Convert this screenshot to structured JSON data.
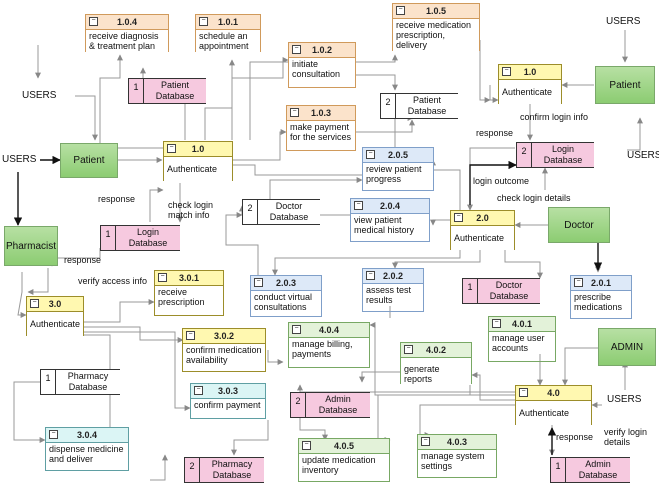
{
  "processes": [
    {
      "id": "p104",
      "num": "1.0.4",
      "text": [
        "receive diagnosis",
        "& treatment plan"
      ]
    },
    {
      "id": "p101",
      "num": "1.0.1",
      "text": [
        "schedule an",
        "appointment"
      ]
    },
    {
      "id": "p105",
      "num": "1.0.5",
      "text": [
        "receive medication",
        "prescription, delivery"
      ]
    },
    {
      "id": "p102",
      "num": "1.0.2",
      "text": [
        "initiate",
        "consultation"
      ]
    },
    {
      "id": "p103",
      "num": "1.0.3",
      "text": [
        "make payment",
        "for the services"
      ]
    },
    {
      "id": "p10a",
      "num": "1.0",
      "text": [
        "Authenticate"
      ]
    },
    {
      "id": "p10b",
      "num": "1.0",
      "text": [
        "Authenticate"
      ]
    },
    {
      "id": "p205",
      "num": "2.0.5",
      "text": [
        "review patient",
        "progress"
      ]
    },
    {
      "id": "p204",
      "num": "2.0.4",
      "text": [
        "view patient",
        "medical history"
      ]
    },
    {
      "id": "p20",
      "num": "2.0",
      "text": [
        "Authenticate"
      ]
    },
    {
      "id": "p203",
      "num": "2.0.3",
      "text": [
        "conduct virtual",
        "consultations"
      ]
    },
    {
      "id": "p202",
      "num": "2.0.2",
      "text": [
        "assess test",
        "results"
      ]
    },
    {
      "id": "p201",
      "num": "2.0.1",
      "text": [
        "prescribe",
        "medications"
      ]
    },
    {
      "id": "p30",
      "num": "3.0",
      "text": [
        "Authenticate"
      ]
    },
    {
      "id": "p301",
      "num": "3.0.1",
      "text": [
        "receive",
        "prescription"
      ]
    },
    {
      "id": "p302",
      "num": "3.0.2",
      "text": [
        "confirm medication",
        "availability"
      ]
    },
    {
      "id": "p303",
      "num": "3.0.3",
      "text": [
        "confirm payment"
      ]
    },
    {
      "id": "p304",
      "num": "3.0.4",
      "text": [
        "dispense medicine",
        "and deliver"
      ]
    },
    {
      "id": "p404",
      "num": "4.0.4",
      "text": [
        "manage billing,",
        "payments"
      ]
    },
    {
      "id": "p401",
      "num": "4.0.1",
      "text": [
        "manage user",
        "accounts"
      ]
    },
    {
      "id": "p402",
      "num": "4.0.2",
      "text": [
        "generate reports"
      ]
    },
    {
      "id": "p40",
      "num": "4.0",
      "text": [
        "Authenticate"
      ]
    },
    {
      "id": "p405",
      "num": "4.0.5",
      "text": [
        "update medication",
        "inventory"
      ]
    },
    {
      "id": "p403",
      "num": "4.0.3",
      "text": [
        "manage system",
        "settings"
      ]
    }
  ],
  "stores": [
    {
      "id": "s-pat1",
      "num": "1",
      "name": [
        "Patient",
        "Database"
      ]
    },
    {
      "id": "s-pat2",
      "num": "2",
      "name": [
        "Patient",
        "Database"
      ]
    },
    {
      "id": "s-log1",
      "num": "1",
      "name": [
        "Login",
        "Database"
      ]
    },
    {
      "id": "s-log2",
      "num": "2",
      "name": [
        "Login",
        "Database"
      ]
    },
    {
      "id": "s-doc2",
      "num": "2",
      "name": [
        "Doctor",
        "Database"
      ]
    },
    {
      "id": "s-doc1",
      "num": "1",
      "name": [
        "Doctor",
        "Database"
      ]
    },
    {
      "id": "s-pha1",
      "num": "1",
      "name": [
        "Pharmacy",
        "Database"
      ]
    },
    {
      "id": "s-pha2",
      "num": "2",
      "name": [
        "Pharmacy",
        "Database"
      ]
    },
    {
      "id": "s-adm2",
      "num": "2",
      "name": [
        "Admin",
        "Database"
      ]
    },
    {
      "id": "s-adm1",
      "num": "1",
      "name": [
        "Admin",
        "Database"
      ]
    }
  ],
  "entities": [
    {
      "id": "e-patient-left",
      "text": "Patient"
    },
    {
      "id": "e-patient-right",
      "text": "Patient"
    },
    {
      "id": "e-pharmacist",
      "text": "Pharmacist"
    },
    {
      "id": "e-doctor",
      "text": "Doctor"
    },
    {
      "id": "e-admin",
      "text": "ADMIN"
    }
  ],
  "labels": {
    "users_top_right": "USERS",
    "users_top_left": "USERS",
    "users_left": "USERS",
    "users_right_mid": "USERS",
    "users_bottom_right": "USERS",
    "response_1": "response",
    "check_login_match": [
      "check login",
      "match info"
    ],
    "response_2": "response",
    "confirm_login_info": "confirm login info",
    "login_outcome": "login outcome",
    "check_login_details": "check login details",
    "response_3": "response",
    "verify_access_info": "verify access info",
    "response_4": "response",
    "verify_login_details": [
      "verify login",
      "details"
    ]
  }
}
